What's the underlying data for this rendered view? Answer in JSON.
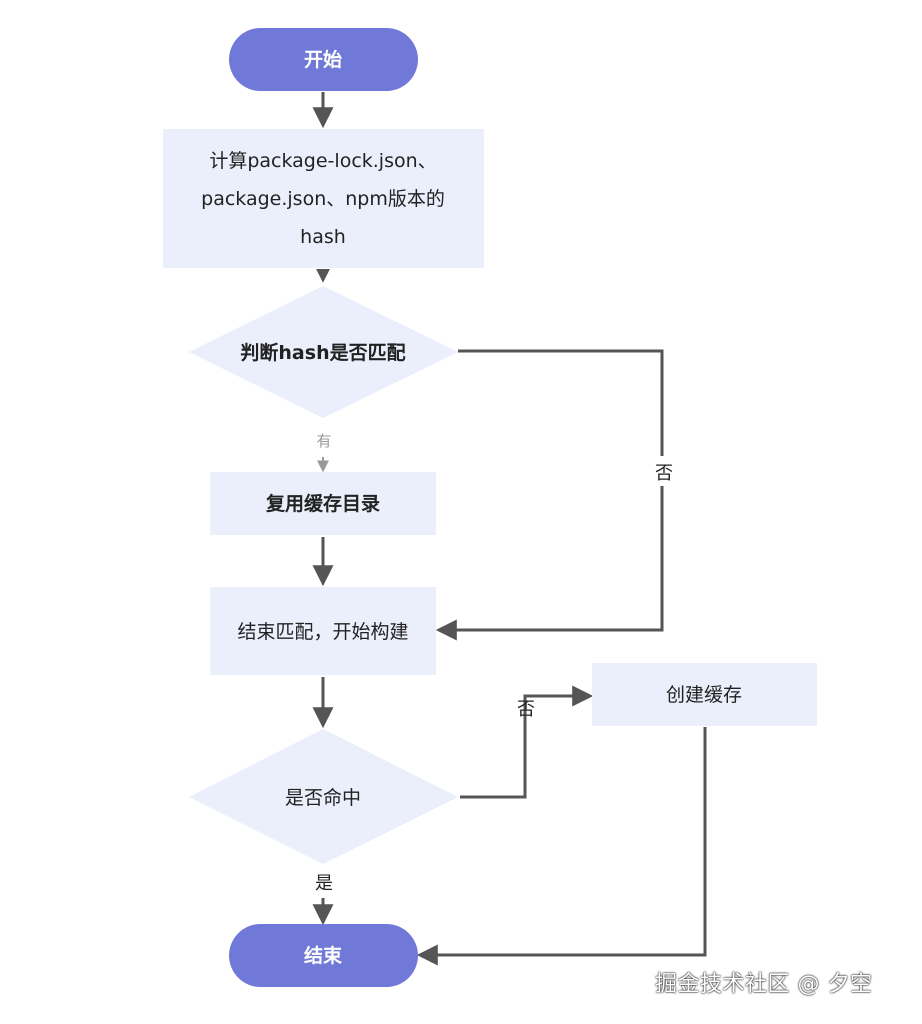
{
  "colors": {
    "pill_fill": "#7079d8",
    "box_fill": "#ebeefb",
    "line": "#555555",
    "line_light": "#999999"
  },
  "nodes": {
    "start": "开始",
    "compute_hash_line1": "计算package-lock.json、",
    "compute_hash_line2": "package.json、npm版本的",
    "compute_hash_line3": "hash",
    "hash_match": "判断hash是否匹配",
    "reuse_cache": "复用缓存目录",
    "end_match": "结束匹配，开始构建",
    "create_cache": "创建缓存",
    "is_hit": "是否命中",
    "end": "结束"
  },
  "edge_labels": {
    "has": "有",
    "no_hash": "否",
    "no_hit": "否",
    "yes_hit": "是"
  },
  "watermark": "掘金技术社区 @ 夕空"
}
